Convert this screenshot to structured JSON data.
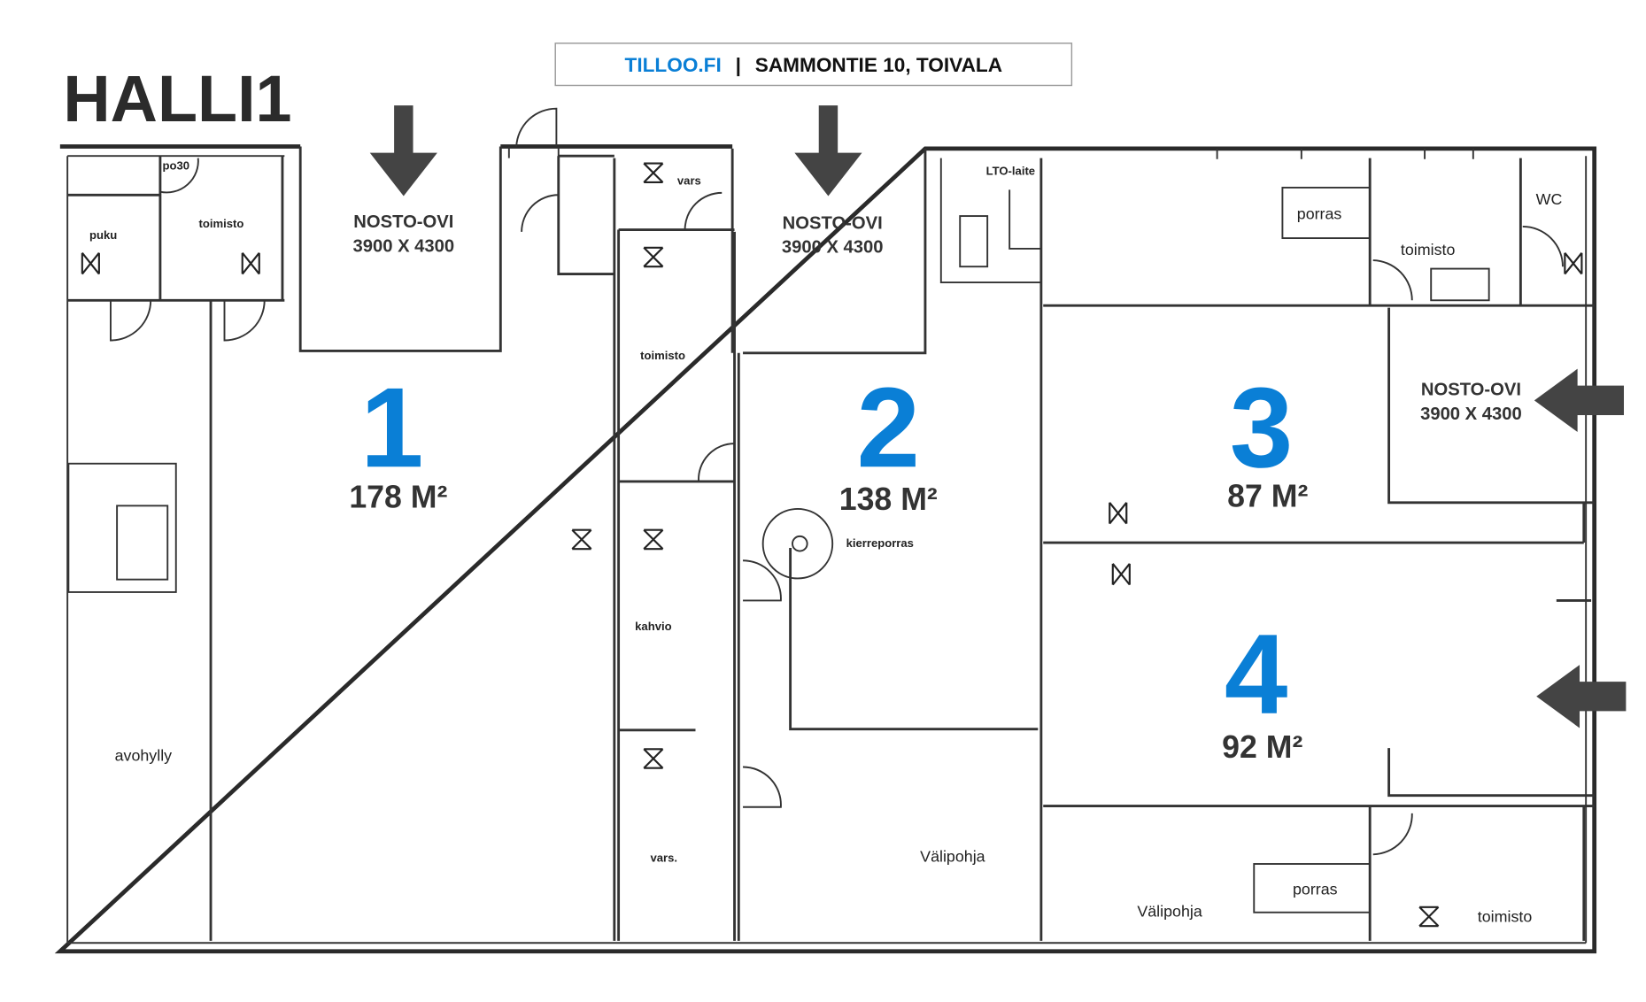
{
  "title": "HALLI1",
  "header": {
    "brand": "TILLOO.FI",
    "separator": "|",
    "address": "SAMMONTIE 10, TOIVALA"
  },
  "colors": {
    "accent": "#0a7fd6",
    "text": "#333333",
    "arrow": "#444444"
  },
  "units": [
    {
      "number": "1",
      "area": "178 M²"
    },
    {
      "number": "2",
      "area": "138 M²"
    },
    {
      "number": "3",
      "area": "87 M²"
    },
    {
      "number": "4",
      "area": "92 M²"
    }
  ],
  "doors": [
    {
      "label": "NOSTO-OVI",
      "size": "3900 X 4300"
    },
    {
      "label": "NOSTO-OVI",
      "size": "3900 X 4300"
    },
    {
      "label": "NOSTO-OVI",
      "size": "3900 X 4300"
    }
  ],
  "rooms": {
    "po30": "po30",
    "puku": "puku",
    "toimisto_small": "toimisto",
    "vars_top": "vars",
    "toimisto_mid": "toimisto",
    "kahvio": "kahvio",
    "vars_bottom": "vars.",
    "avohylly": "avohylly",
    "kierreporras": "kierreporras",
    "valipohja_2": "Välipohja",
    "valipohja_4": "Välipohja",
    "porras_top": "porras",
    "toimisto_top_right": "toimisto",
    "wc": "WC",
    "lto": "LTO-laite",
    "porras_bottom": "porras",
    "toimisto_bottom_right": "toimisto"
  }
}
